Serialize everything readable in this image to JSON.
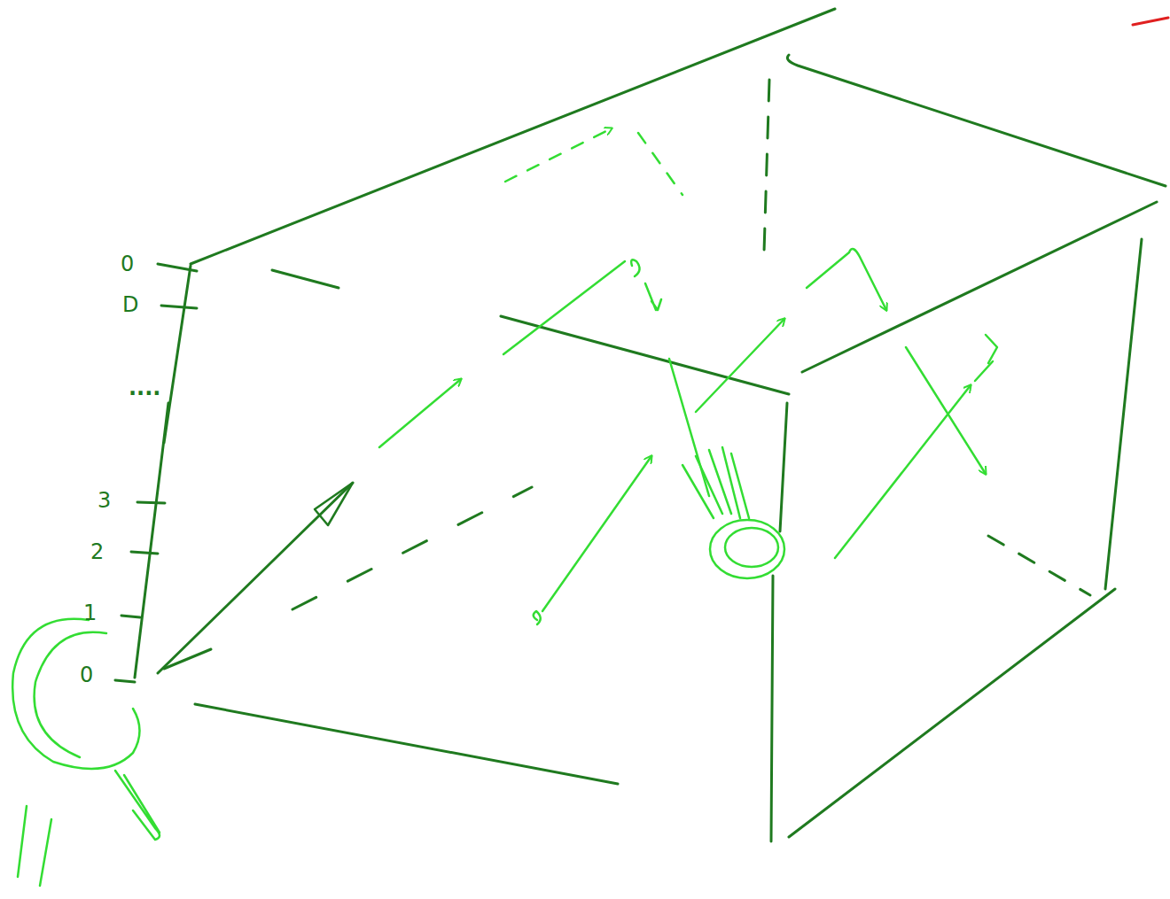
{
  "diagram": {
    "labels": [
      "0",
      "D",
      "....",
      "3",
      "2",
      "1",
      "0"
    ]
  }
}
